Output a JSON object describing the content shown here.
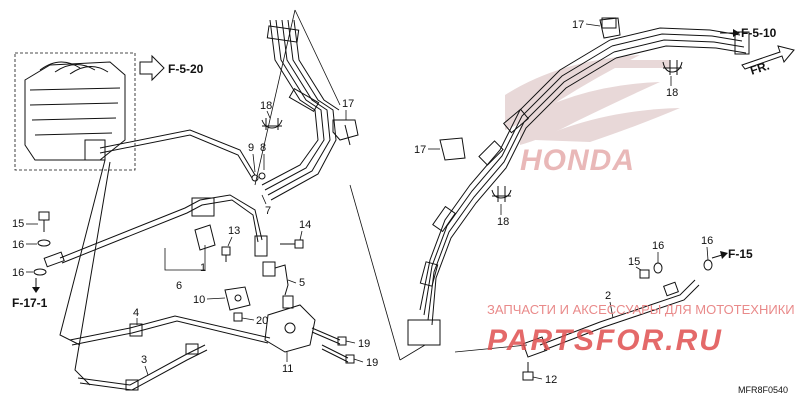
{
  "refs": {
    "f520": "F-5-20",
    "f510": "F-5-10",
    "f15": "F-15",
    "f171": "F-17-1",
    "fr": "FR."
  },
  "parts": {
    "p2": "2",
    "p3": "3",
    "p4": "4",
    "p5": "5",
    "p6": "6",
    "p7": "7",
    "p8": "8",
    "p9": "9",
    "p10": "10",
    "p11": "11",
    "p12": "12",
    "p13": "13",
    "p14": "14",
    "p15a": "15",
    "p15b": "15",
    "p16a": "16",
    "p16b": "16",
    "p16c": "16",
    "p16d": "16",
    "p17a": "17",
    "p17b": "17",
    "p17c": "17",
    "p18a": "18",
    "p18b": "18",
    "p18c": "18",
    "p19a": "19",
    "p19b": "19",
    "p20": "20"
  },
  "watermark": {
    "caption": "ЗАПЧАСТИ И АКСЕССУАРЫ ДЛЯ МОТОТЕХНИКИ",
    "site": "PARTSFOR.RU",
    "brand": "HONDA"
  },
  "diagram_code": "MFR8F0540",
  "colors": {
    "ink": "#111111",
    "watermark_red": "#e05050",
    "watermark_pink": "#e9b8b8",
    "background": "#ffffff"
  }
}
